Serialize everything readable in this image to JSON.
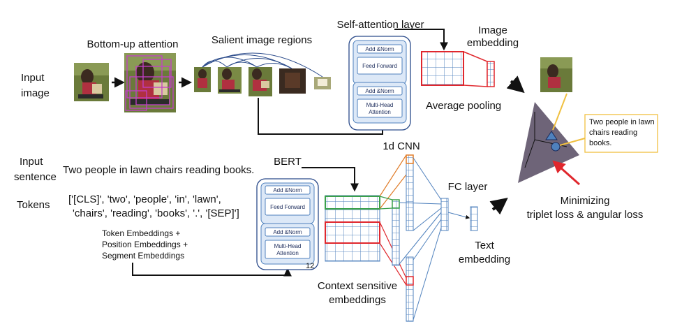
{
  "labels": {
    "input_image": [
      "Input",
      "image"
    ],
    "bottom_up": "Bottom-up attention",
    "salient": "Salient image regions",
    "self_attention": "Self-attention layer",
    "image_embedding": [
      "Image",
      "embedding"
    ],
    "avg_pooling": "Average pooling",
    "input_sentence": [
      "Input",
      "sentence"
    ],
    "sentence": "Two people in lawn chairs reading books.",
    "tokens_label": "Tokens",
    "tokens": [
      "['[CLS]', 'two', 'people', 'in', 'lawn',",
      "'chairs', 'reading', 'books', '.', '[SEP]']"
    ],
    "embeddings_note": [
      "Token Embeddings +",
      "Position Embeddings +",
      "Segment Embeddings"
    ],
    "bert": "BERT",
    "cnn": "1d CNN",
    "fc_layer": "FC layer",
    "text_embedding": [
      "Text",
      "embedding"
    ],
    "context_embeddings": [
      "Context sensitive",
      "embeddings"
    ],
    "minimizing": [
      "Minimizing",
      "triplet loss & angular loss"
    ],
    "callout": [
      "Two people in lawn",
      "chairs reading",
      "books."
    ]
  },
  "transformer_block": {
    "add_norm": "Add &Norm",
    "feed_forward": "Feed Forward",
    "multi_head": [
      "Multi-Head",
      "Attention"
    ],
    "bert_layers": "12"
  },
  "colors": {
    "arrow": "#111111",
    "grid_blue": "#4f81bd",
    "highlight_red": "#e0272d",
    "highlight_green": "#3aa04a",
    "highlight_orange": "#e07b27",
    "bert_bg": "#dce8f7",
    "space_purple": "#6e6478",
    "callout_border": "#f0c040",
    "image_border": "#c43fc9"
  }
}
